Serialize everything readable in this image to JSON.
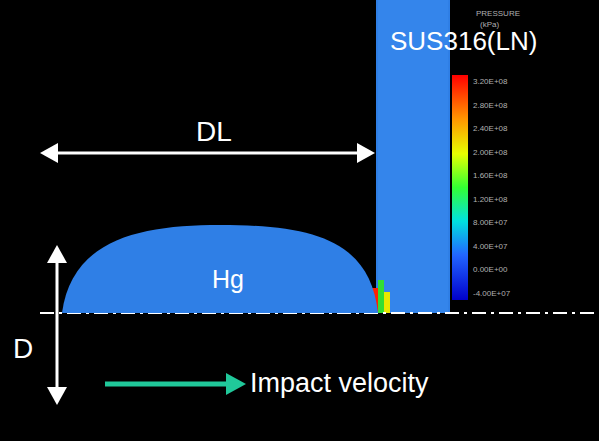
{
  "diagram": {
    "nodes": [
      {
        "text": [
          "Hg"
        ]
      }
    ],
    "labels": [
      "SUS316(LN)",
      "DL",
      "D",
      "Impact velocity",
      "PRESSURE",
      "(kPa)",
      "3.20E+08",
      "2.80E+08",
      "2.40E+08",
      "2.00E+08",
      "1.60E+08",
      "1.20E+08",
      "8.00E+07",
      "4.00E+07",
      "0.00E+00",
      "-4.00E+07"
    ]
  }
}
